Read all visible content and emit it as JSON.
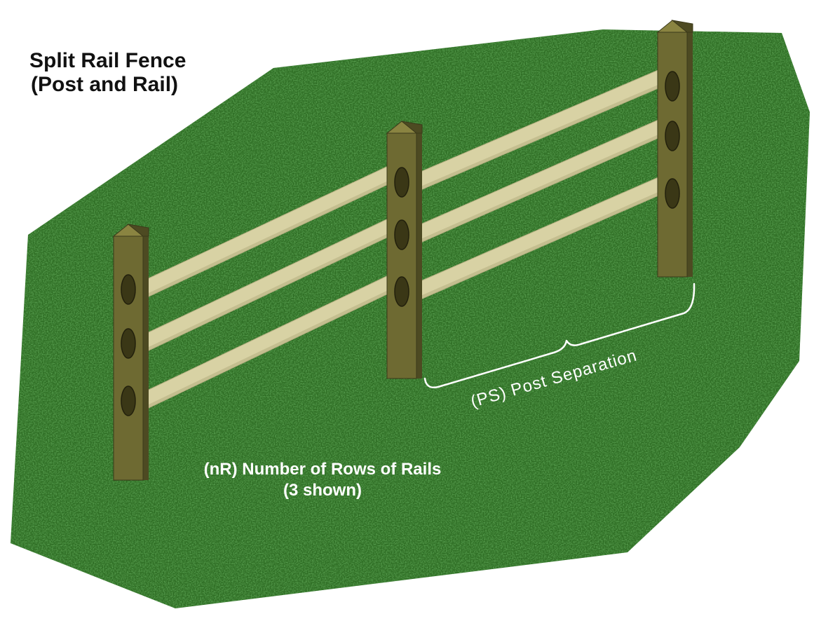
{
  "title": {
    "line1": "Split Rail Fence",
    "line2": "(Post and Rail)"
  },
  "annotations": {
    "post_separation": "(PS) Post Separation",
    "rows_line1": "(nR) Number of Rows of Rails",
    "rows_line2": "(3 shown)"
  },
  "colors": {
    "grass": "#2f6e25",
    "grass_dark": "#1c4a16",
    "grass_light": "#4f9240",
    "post": "#6e6a32",
    "post_dark": "#4d4a22",
    "post_cap": "#8a8441",
    "rail": "#d8d2a4",
    "rail_edge": "#b7b082",
    "hole": "#3a3716",
    "title_text": "#111111",
    "label_text": "#ffffff"
  },
  "fence": {
    "post_count": 3,
    "rail_rows": 3
  }
}
